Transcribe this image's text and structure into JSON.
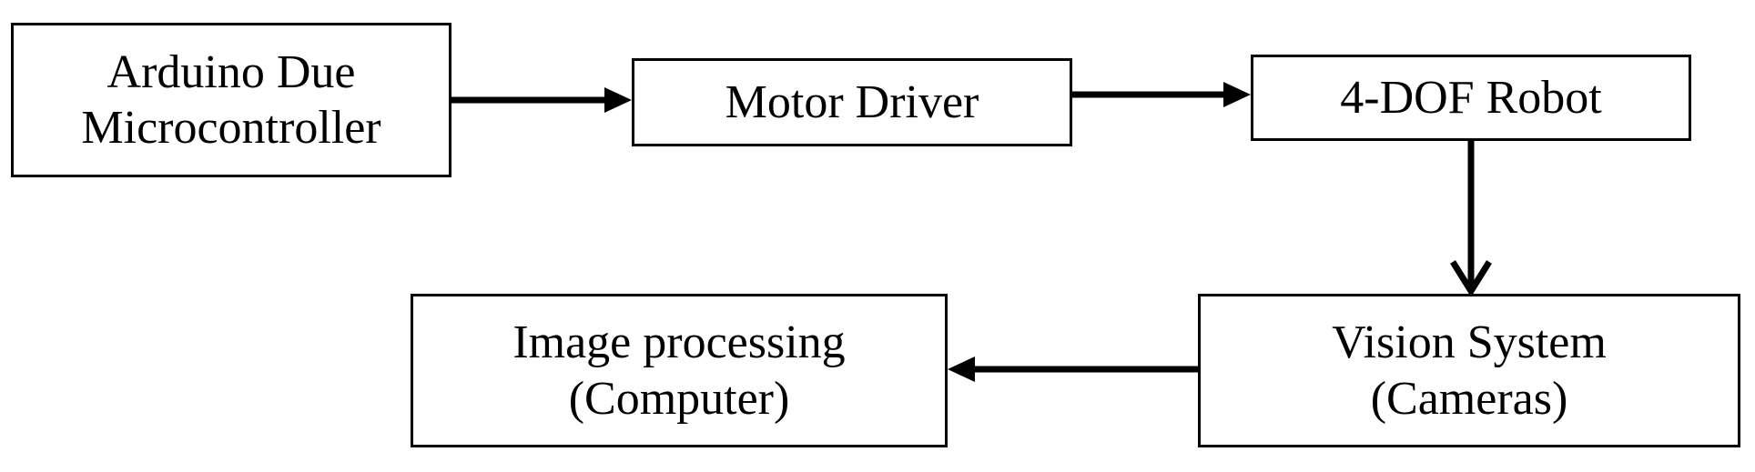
{
  "diagram": {
    "nodes": [
      {
        "id": "arduino",
        "lines": [
          "Arduino Due",
          "Microcontroller"
        ]
      },
      {
        "id": "motor",
        "lines": [
          "Motor Driver"
        ]
      },
      {
        "id": "robot",
        "lines": [
          "4-DOF Robot"
        ]
      },
      {
        "id": "vision",
        "lines": [
          "Vision System",
          "(Cameras)"
        ]
      },
      {
        "id": "image",
        "lines": [
          "Image processing",
          "(Computer)"
        ]
      }
    ],
    "edges": [
      {
        "from": "arduino",
        "to": "motor"
      },
      {
        "from": "motor",
        "to": "robot"
      },
      {
        "from": "robot",
        "to": "vision"
      },
      {
        "from": "vision",
        "to": "image"
      }
    ]
  }
}
